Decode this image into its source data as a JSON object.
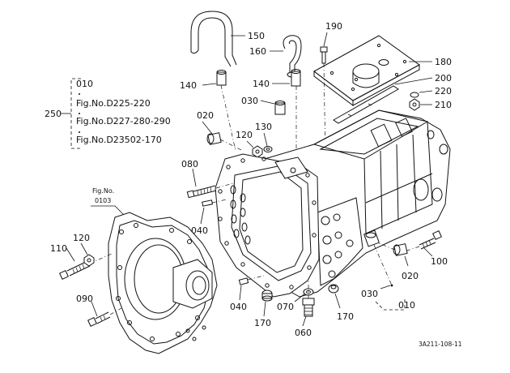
{
  "diagram": {
    "doc_code": "3A211-108-11",
    "group_label": "250",
    "group_items": [
      "010",
      "Fig.No.D225-220",
      "Fig.No.D227-280-290",
      "Fig.No.D23502-170"
    ],
    "fig_ref": {
      "line1": "Fig.No.",
      "line2": "0103"
    },
    "callouts": {
      "c150": "150",
      "c190": "190",
      "c160": "160",
      "c180": "180",
      "c140a": "140",
      "c140b": "140",
      "c030a": "030",
      "c200": "200",
      "c220": "220",
      "c210": "210",
      "c020a": "020",
      "c130": "130",
      "c120a": "120",
      "c080": "080",
      "c040a": "040",
      "c110": "110",
      "c120b": "120",
      "c090": "090",
      "c040b": "040",
      "c070": "070",
      "c170a": "170",
      "c060": "060",
      "c170b": "170",
      "c020b": "020",
      "c030b": "030",
      "c010": "010",
      "c100": "100"
    }
  }
}
